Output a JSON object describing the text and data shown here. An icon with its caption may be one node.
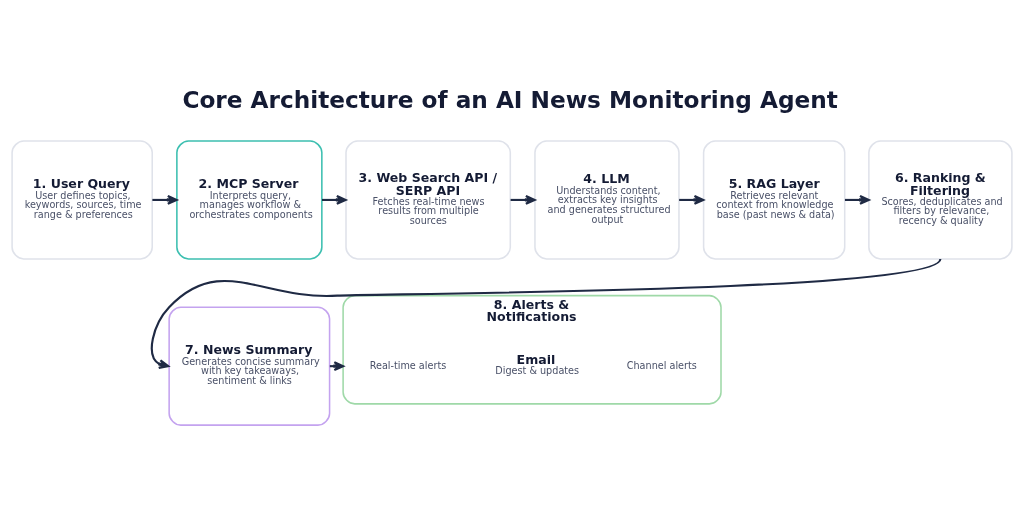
{
  "diagram": {
    "title": "Core Architecture of an AI News Monitoring Agent",
    "nodes": [
      {
        "text": [
          "1. User Query",
          "User defines topics, keywords, sources, time range & preferences"
        ]
      },
      {
        "text": [
          "2. MCP Server",
          "Interprets query, manages workflow & orchestrates components"
        ]
      },
      {
        "text": [
          "3. Web Search API / SERP API",
          "Fetches real-time news results from multiple sources"
        ]
      },
      {
        "text": [
          "4. LLM",
          "Understands content, extracts key insights and generates structured output"
        ]
      },
      {
        "text": [
          "5. RAG Layer",
          "Retrieves relevant context from knowledge base (past news & data)"
        ]
      },
      {
        "text": [
          "6. Ranking & Filtering",
          "Scores, deduplicates and filters by relevance, recency & quality"
        ]
      },
      {
        "text": [
          "7. News Summary",
          "Generates concise summary with key takeaways, sentiment & links"
        ]
      },
      {
        "text": [
          "8. Alerts & Notifications"
        ]
      },
      {
        "text": [
          "Real-time alerts"
        ],
        "in": 7
      },
      {
        "text": [
          "Email",
          "Digest & updates"
        ],
        "in": 7
      },
      {
        "text": [
          "Channel alerts"
        ],
        "in": 7
      }
    ],
    "edges": [
      {
        "from": 0,
        "to": 1,
        "arrow": "to"
      },
      {
        "from": 1,
        "to": 2,
        "arrow": "to"
      },
      {
        "from": 2,
        "to": 3,
        "arrow": "to"
      },
      {
        "from": 3,
        "to": 4,
        "arrow": "to"
      },
      {
        "from": 4,
        "to": 5,
        "arrow": "to"
      },
      {
        "from": 5,
        "to": 6,
        "arrow": "to"
      },
      {
        "from": 6,
        "to": 7,
        "arrow": "to"
      }
    ]
  }
}
